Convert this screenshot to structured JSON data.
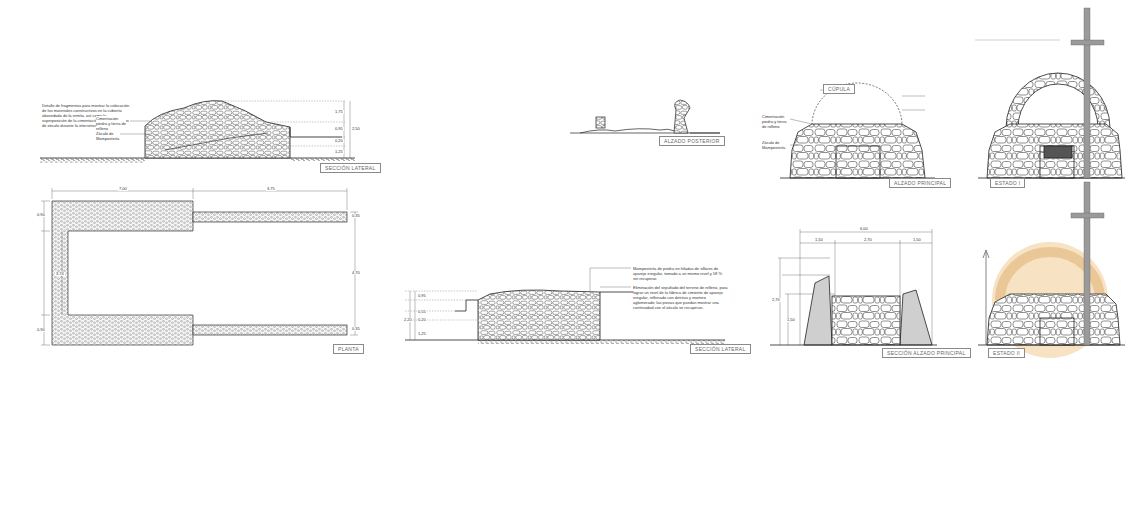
{
  "diagram": {
    "nodes": [
      {
        "text": [
          "SECCIÓN LATERAL"
        ]
      },
      {
        "text": [
          "PLANTA"
        ]
      },
      {
        "text": [
          "ALZADO POSTERIOR"
        ]
      },
      {
        "text": [
          "SECCIÓN LATERAL"
        ]
      },
      {
        "text": [
          "CÚPULA"
        ]
      },
      {
        "text": [
          "ALZADO PRINCIPAL"
        ]
      },
      {
        "text": [
          "ESTADO I"
        ]
      },
      {
        "text": [
          "SECCIÓN ALZADO PRINCIPAL"
        ]
      },
      {
        "text": [
          "ESTADO II"
        ]
      }
    ],
    "labels": [
      "Detalle de fragmentos para mostrar la colocación de los materiales constructivos en la cubierta abovedada de la ermita, así como la superposición de la cimentación en los cimientos de zócalo durante la intervención.",
      "Cimentación piedra y tierra de relleno",
      "Zócalo de Mampostería",
      "1,75",
      "0,95",
      "2,50",
      "0,20",
      "1,25",
      "7,00",
      "3,75",
      "0,90",
      "3,74",
      "0,90",
      "4,70",
      "0,35",
      "0,35",
      "Mampostería de piedra en hiladas de sillares de aparejo irregular, tomado a un mismo nivel y 18 % sin recuperar.",
      "Eliminación del sepultado del terreno de relleno, para lograr un nivel de la fábrica de cimiento de aparejo irregular, rellenado con detritus y mortero aglomerado; las piezas que puedan mostrar una continuidad con el zócalo se recuperan.",
      "0,95",
      "2,20",
      "0,55",
      "0,20",
      "1,25",
      "Cimentación piedra y tierra de relleno",
      "Zócalo de Mampostería",
      "6,00",
      "1,50",
      "2,70",
      "1,50",
      "2,70",
      "1,50"
    ]
  }
}
